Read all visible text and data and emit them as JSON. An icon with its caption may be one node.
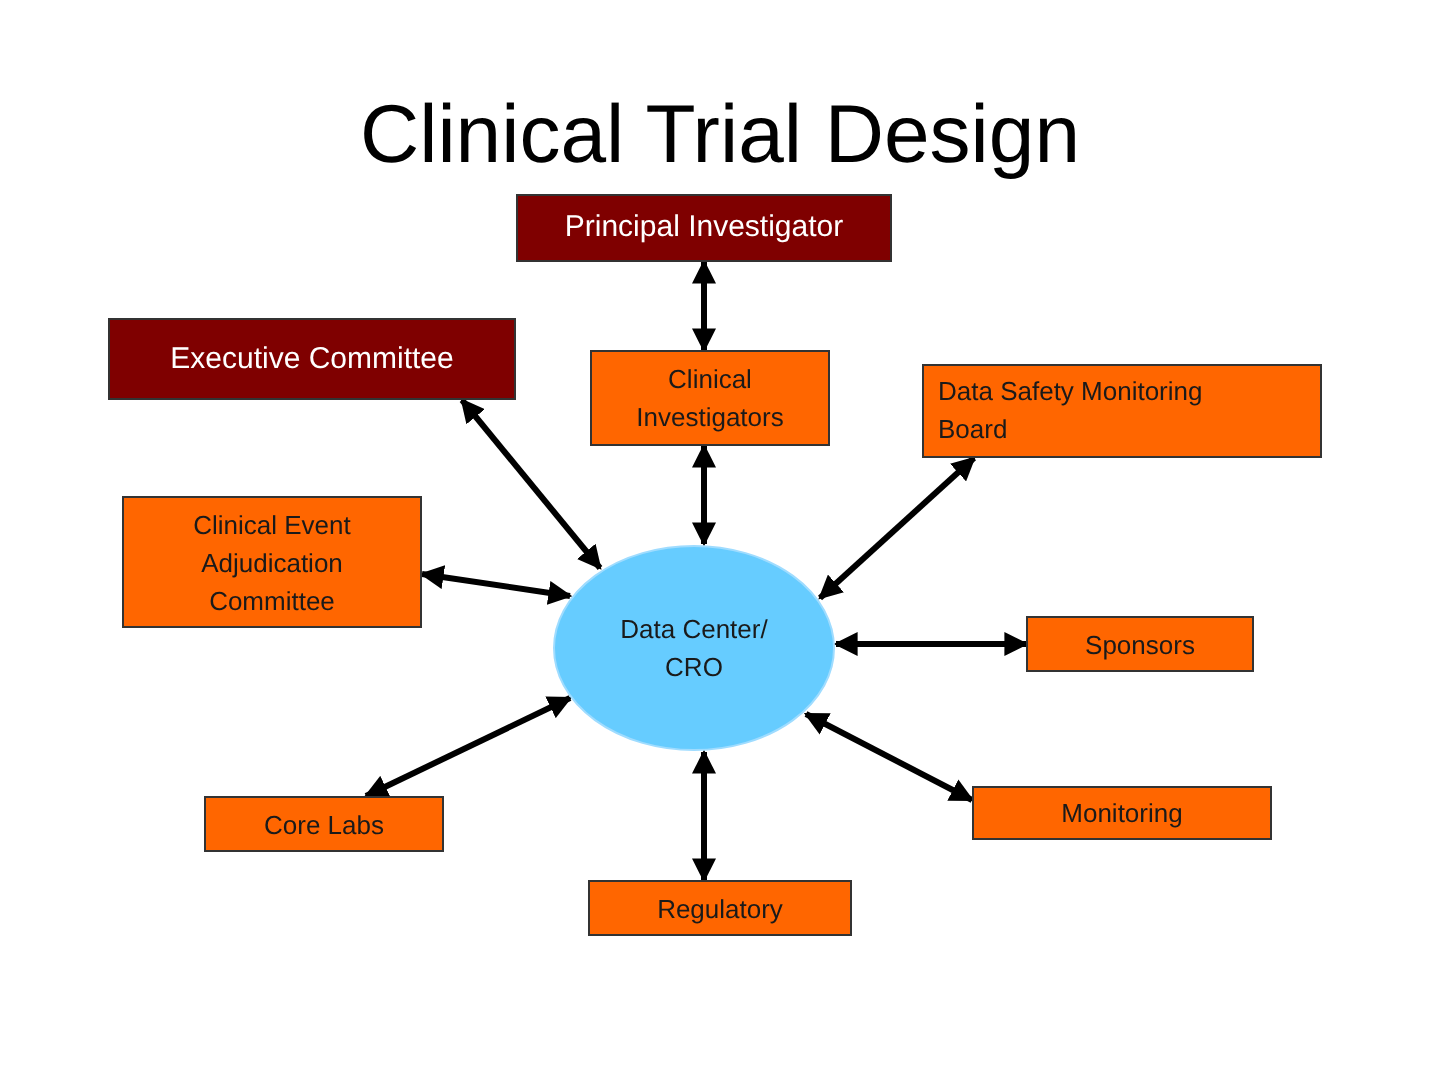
{
  "diagram": {
    "title": "Clinical Trial Design",
    "nodes": [
      {
        "text": [
          "Principal Investigator"
        ]
      },
      {
        "text": [
          "Executive Committee"
        ]
      },
      {
        "text": [
          "Clinical Investigators"
        ]
      },
      {
        "text": [
          "Data Safety Monitoring Board"
        ]
      },
      {
        "text": [
          "Clinical Event Adjudication Committee"
        ]
      },
      {
        "text": [
          "Data Center/ CRO"
        ]
      },
      {
        "text": [
          "Sponsors"
        ]
      },
      {
        "text": [
          "Core Labs"
        ]
      },
      {
        "text": [
          "Monitoring"
        ]
      },
      {
        "text": [
          "Regulatory"
        ]
      }
    ],
    "edges": [
      {
        "from": 0,
        "to": 2,
        "arrow": "both"
      },
      {
        "from": 1,
        "to": 5,
        "arrow": "both"
      },
      {
        "from": 2,
        "to": 5,
        "arrow": "both"
      },
      {
        "from": 3,
        "to": 5,
        "arrow": "both"
      },
      {
        "from": 4,
        "to": 5,
        "arrow": "both"
      },
      {
        "from": 5,
        "to": 6,
        "arrow": "both"
      },
      {
        "from": 7,
        "to": 5,
        "arrow": "both"
      },
      {
        "from": 5,
        "to": 8,
        "arrow": "both"
      },
      {
        "from": 5,
        "to": 9,
        "arrow": "both"
      }
    ]
  }
}
